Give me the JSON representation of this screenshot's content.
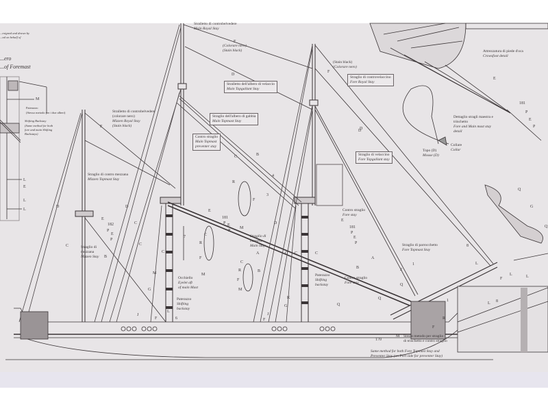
{
  "header_notes": {
    "line1": "...esigned and drawn by",
    "line2": "...nd on behalf of"
  },
  "left_detail": {
    "title_it": "...ero",
    "title_en": "...of Foremast",
    "paterazzo_it": "Paterazzo",
    "paterazzo_note": "(Stesso metodo per i due alberi)",
    "shifting_en": "Shifting Backstay",
    "shifting_note_1": "(Same method for both",
    "shifting_note_2": "fore and main Shifting",
    "shifting_note_3": "Backstays)"
  },
  "labels": {
    "main_royal_stay": {
      "it": "Stralletto di controbelvedere",
      "en": "Main Royal Stay"
    },
    "colour_note_top": {
      "it": "(Colorare nero)",
      "en": "(Stain black)"
    },
    "mizzen_royal_stay": {
      "it": "Stralletto di controbelvedere",
      "it2": "(colorare nero)",
      "en": "Mizzen Royal Stay",
      "en2": "(Stain black)"
    },
    "main_topgallant_stay": {
      "it": "Stralletto dell'albero di velaccio",
      "en": "Main Topgallant Stay"
    },
    "main_topmast_stay": {
      "it": "Straglio dell'albero di gabbia",
      "en": "Main Topmast Stay"
    },
    "main_topmast_preventer": {
      "it": "Contro straglio",
      "en": "Main Topmast",
      "en2": "preventer stay"
    },
    "stain_colour_fore": {
      "en": "(Stain black)",
      "it": "(Colorare nero)"
    },
    "fore_royal_stay": {
      "it": "Straglio di controvelaccino",
      "en": "Fore Royal Stay"
    },
    "fore_topgallant_stay": {
      "it": "Straglio di velaccino",
      "en": "Fore Topgallant stay"
    },
    "mizzen_topmast_stay": {
      "it": "Straglio di contro mezzana",
      "en": "Mizzen Topmast Stay"
    },
    "mizzen_stay": {
      "it": "Straglio di",
      "it2": "mezzana",
      "en": "Mizzen Stay"
    },
    "main_stay": {
      "it": "Straglio di",
      "it2": "maestra",
      "en": "Main Stay"
    },
    "eyelet": {
      "it": "Occhiello",
      "en": "Eyelet aft",
      "en2": "of main Mast"
    },
    "shifting_backstay_main": {
      "it": "Paterazzo",
      "en": "Shifting",
      "en2": "backstay"
    },
    "shifting_backstay_fore": {
      "it": "Paterazzo",
      "en": "Shifting",
      "en2": "backstay"
    },
    "fore_preventer": {
      "it": "Contro straglio",
      "en": "Fore stay"
    },
    "fore_stay_lower": {
      "it": "Contro straglio",
      "en": "Fore stay"
    },
    "fore_topmast_stay": {
      "it": "Straglio di parrocchetto",
      "en": "Fore Topmast Stay"
    },
    "crowfoot": {
      "it": "Attrezzatura di piede d'oca",
      "en": "Crowsfoot detail"
    },
    "fore_main_detail": {
      "it": "Dettaglio stragli maestra e",
      "it2": "trinchetto",
      "en": "Fore and Main mast stay",
      "en2": "detail"
    },
    "collar": {
      "it": "Collare",
      "en": "Collar"
    },
    "mouse": {
      "it": "Topo (D)",
      "en": "Mouse (D)"
    },
    "same_method_it": {
      "it": "Stesso metodo per straglio",
      "it2": "di trinchetto e contro straglio"
    },
    "same_method_en": {
      "en": "Same method for both Fore Topmast Stay and",
      "en2": "Preventer Stay (on Port side for preventer Stay)"
    }
  },
  "markers": [
    "M",
    "L",
    "E",
    "L",
    "L",
    "F",
    "D",
    "C",
    "D",
    "C",
    "C",
    "E",
    "182",
    "P",
    "E",
    "P",
    "B",
    "F",
    "D",
    "C",
    "B",
    "C",
    "E",
    "181",
    "P",
    "E",
    "P",
    "C",
    "R",
    "F",
    "M",
    "C",
    "R",
    "F",
    "M",
    "R",
    "F",
    "M",
    "7",
    "M",
    "G",
    "L",
    "6",
    "F",
    "J",
    "A",
    "B",
    "4",
    "3",
    "D",
    "C",
    "C",
    "C",
    "E",
    "181",
    "P",
    "E",
    "P",
    "A",
    "B",
    "K",
    "G",
    "Q",
    "Q",
    "Q",
    "1",
    "2",
    "1",
    "R",
    "F",
    "M",
    "170",
    "8",
    "L",
    "D",
    "F",
    "D",
    "E",
    "181",
    "P",
    "E",
    "P",
    "Q",
    "G",
    "Q",
    "L",
    "F",
    "L",
    "8",
    "L",
    "J",
    "F"
  ]
}
